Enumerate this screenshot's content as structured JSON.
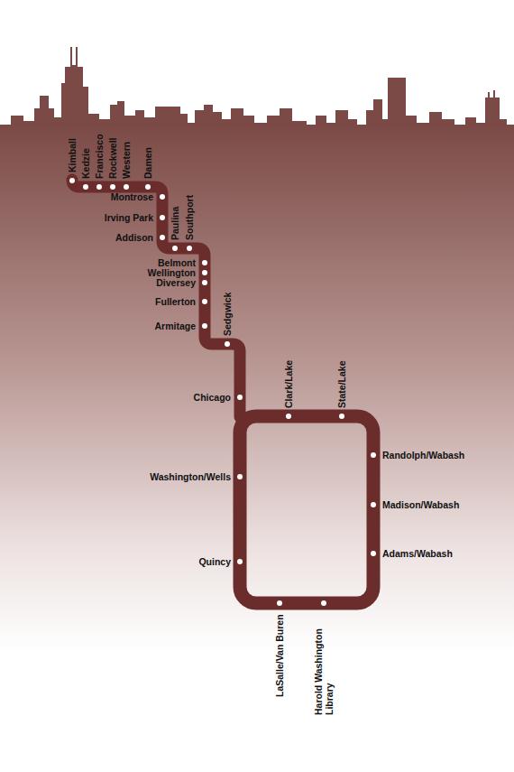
{
  "diagram": {
    "labels": [
      "Kimball",
      "Kedzie",
      "Francisco",
      "Rockwell",
      "Western",
      "Damen",
      "Montrose",
      "Irving Park",
      "Paulina",
      "Addison",
      "Southport",
      "Belmont",
      "Wellington",
      "Diversey",
      "Fullerton",
      "Armitage",
      "Sedgwick",
      "Chicago",
      "Clark/Lake",
      "State/Lake",
      "Randolph/Wabash",
      "Washington/Wells",
      "Madison/Wabash",
      "Quincy",
      "Adams/Wabash",
      "LaSalle/Van Buren",
      "Harold Washington Library"
    ]
  }
}
